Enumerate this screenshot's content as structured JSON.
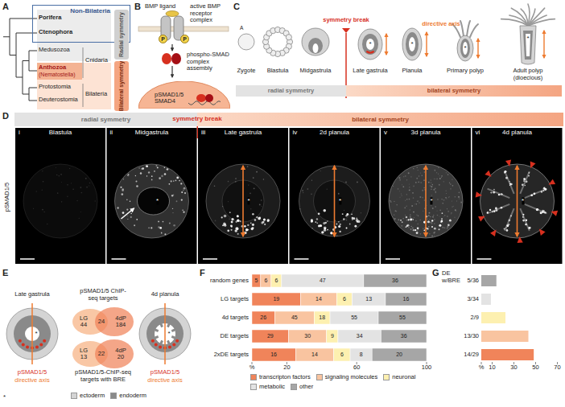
{
  "diagram": {
    "nodes": [
      {
        "text": [
          "Non-Bilateria"
        ]
      },
      {
        "text": [
          "Anthozoa",
          "(Nematostella)"
        ]
      },
      {
        "text": [
          "Radial symmetry"
        ]
      },
      {
        "text": [
          "Bilateral symmetry"
        ]
      },
      {
        "text": [
          "P"
        ]
      },
      {
        "text": [
          "P"
        ]
      },
      {
        "text": [
          "pSMAD1/5",
          "SMAD4"
        ]
      },
      {
        "text": [
          "radial symmetry"
        ]
      },
      {
        "text": [
          "bilateral symmetry"
        ]
      },
      {
        "text": [
          "radial symmetry"
        ]
      },
      {
        "text": [
          "bilateral symmetry"
        ]
      },
      {
        "text": [
          "i",
          "Blastula"
        ]
      },
      {
        "text": [
          "ii",
          "Midgastrula"
        ]
      },
      {
        "text": [
          "iii",
          "Late gastrula"
        ]
      },
      {
        "text": [
          "iv",
          "2d planula"
        ]
      },
      {
        "text": [
          "v",
          "3d planula"
        ]
      },
      {
        "text": [
          "vi",
          "4d planula"
        ]
      },
      {
        "text": [
          "LG",
          "44"
        ]
      },
      {
        "text": [
          "4dP",
          "184"
        ]
      },
      {
        "text": [
          "LG",
          "13"
        ]
      },
      {
        "text": [
          "4dP",
          "20"
        ]
      }
    ],
    "labels": [
      "A",
      "Porifera",
      "Ctenophora",
      "Medusozoa",
      "Cnidaria",
      "Protostomia",
      "Deuterostomia",
      "Bilateria",
      "B",
      "BMP ligand",
      "active BMP receptor complex",
      "phospho-SMAD complex assembly",
      "C",
      "A",
      "symmetry break",
      "directive axis",
      "Zygote",
      "Blastula",
      "Midgastrula",
      "Late gastrula",
      "Planula",
      "Primary polyp",
      "Adult polyp (dioecious)",
      "*",
      "*",
      "*",
      "*",
      "D",
      "symmetry break",
      "pSMAD1/5",
      "*",
      "*",
      "*",
      "*",
      "*",
      "E",
      "Late gastrula",
      "*",
      "pSMAD1/5",
      "directive axis",
      "pSMAD1/5 ChIP-seq targets",
      "24",
      "22",
      "pSMAD1/5-ChIP-seq targets with BRE",
      "4d planula",
      "*",
      "pSMAD1/5",
      "directive axis",
      "*",
      "F",
      "random genes",
      "LG targets",
      "4d targets",
      "DE targets",
      "2xDE targets",
      "5",
      "6",
      "6",
      "47",
      "36",
      "19",
      "14",
      "6",
      "13",
      "16",
      "26",
      "45",
      "18",
      "55",
      "55",
      "29",
      "30",
      "9",
      "34",
      "36",
      "16",
      "14",
      "6",
      "8",
      "20",
      "%",
      "20",
      "60",
      "100",
      "G",
      "DE w/BRE",
      "5/36",
      "3/34",
      "2/9",
      "13/30",
      "14/29",
      "%",
      "10",
      "30",
      "50",
      "70"
    ],
    "legend": [
      {
        "text": "transcripton factors",
        "color": "#f0845a"
      },
      {
        "text": "signaling molecules",
        "color": "#f9c4a0"
      },
      {
        "text": "neuronal",
        "color": "#fdf0b0"
      },
      {
        "text": "metabolic",
        "color": "#e3e3e3"
      },
      {
        "text": "other",
        "color": "#a6a6a6"
      },
      {
        "text": "ectoderm",
        "color": "#d4d4d4"
      },
      {
        "text": "endoderm",
        "color": "#8a8a8a"
      }
    ]
  }
}
